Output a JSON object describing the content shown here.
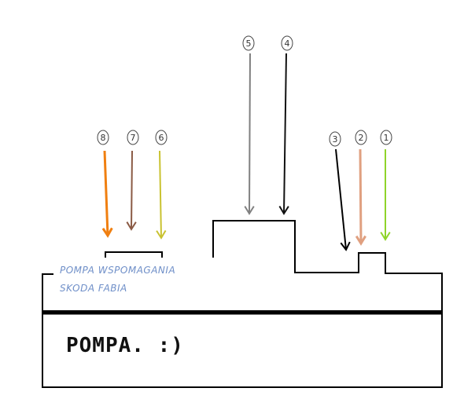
{
  "annotation": {
    "line1": "POMPA WSPOMAGANIA",
    "line2": "SKODA FABIA"
  },
  "panel_text": "POMPA. :)",
  "arrows": [
    {
      "id": "arrow-8",
      "label": "8",
      "color": "#f07f10"
    },
    {
      "id": "arrow-7",
      "label": "7",
      "color": "#8a5a44"
    },
    {
      "id": "arrow-6",
      "label": "6",
      "color": "#c9c230"
    },
    {
      "id": "arrow-5",
      "label": "5",
      "color": "#808080"
    },
    {
      "id": "arrow-4",
      "label": "4",
      "color": "#111111"
    },
    {
      "id": "arrow-3",
      "label": "3",
      "color": "#000000"
    },
    {
      "id": "arrow-2",
      "label": "2",
      "color": "#e0a080"
    },
    {
      "id": "arrow-1",
      "label": "1",
      "color": "#8fd42a"
    }
  ]
}
